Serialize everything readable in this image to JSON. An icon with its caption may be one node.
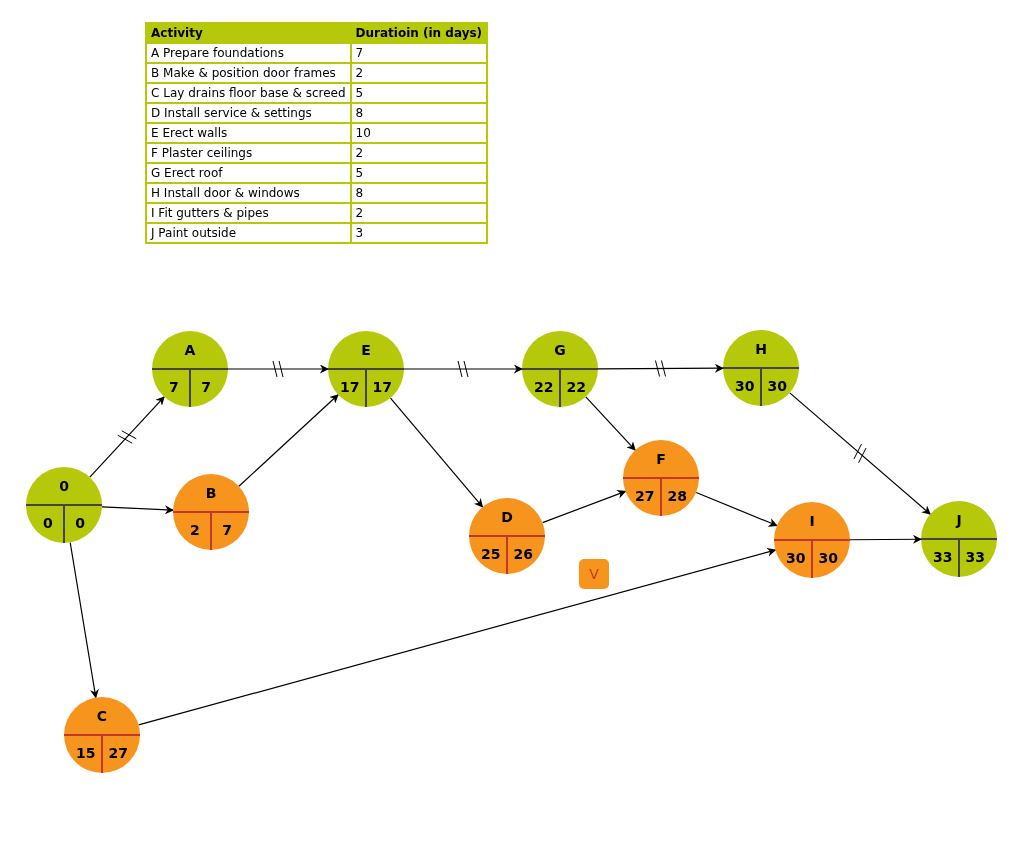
{
  "diagram": {
    "nodes": [
      {
        "text": [
          "0",
          "0",
          "0"
        ]
      },
      {
        "text": [
          "A",
          "7",
          "7"
        ]
      },
      {
        "text": [
          "B",
          "2",
          "7"
        ]
      },
      {
        "text": [
          "C",
          "15",
          "27"
        ]
      },
      {
        "text": [
          "D",
          "25",
          "26"
        ]
      },
      {
        "text": [
          "E",
          "17",
          "17"
        ]
      },
      {
        "text": [
          "F",
          "27",
          "28"
        ]
      },
      {
        "text": [
          "G",
          "22",
          "22"
        ]
      },
      {
        "text": [
          "H",
          "30",
          "30"
        ]
      },
      {
        "text": [
          "I",
          "30",
          "30"
        ]
      },
      {
        "text": [
          "J",
          "33",
          "33"
        ]
      },
      {
        "text": [
          "V"
        ]
      }
    ],
    "edges": [
      {
        "from": 0,
        "to": 1,
        "arrow": "to"
      },
      {
        "from": 0,
        "to": 2,
        "arrow": "to"
      },
      {
        "from": 0,
        "to": 3,
        "arrow": "to"
      },
      {
        "from": 1,
        "to": 5,
        "arrow": "to"
      },
      {
        "from": 2,
        "to": 5,
        "arrow": "to"
      },
      {
        "from": 5,
        "to": 4,
        "arrow": "to"
      },
      {
        "from": 5,
        "to": 7,
        "arrow": "to"
      },
      {
        "from": 4,
        "to": 6,
        "arrow": "to"
      },
      {
        "from": 7,
        "to": 6,
        "arrow": "to"
      },
      {
        "from": 7,
        "to": 8,
        "arrow": "to"
      },
      {
        "from": 6,
        "to": 9,
        "arrow": "to"
      },
      {
        "from": 3,
        "to": 9,
        "arrow": "to"
      },
      {
        "from": 8,
        "to": 10,
        "arrow": "to"
      },
      {
        "from": 9,
        "to": 10,
        "arrow": "to"
      }
    ],
    "labels": [
      "Activity",
      "Duratioin (in days)",
      "A Prepare foundations",
      "7",
      "B Make & position door frames",
      "2",
      "C Lay drains floor base & screed",
      "5",
      "D Install service & settings",
      "8",
      "E Erect walls",
      "10",
      "F Plaster ceilings",
      "2",
      "G Erect roof",
      "5",
      "H Install door & windows",
      "8",
      "I Fit gutters & pipes",
      "2",
      "J Paint outside",
      "3"
    ]
  }
}
